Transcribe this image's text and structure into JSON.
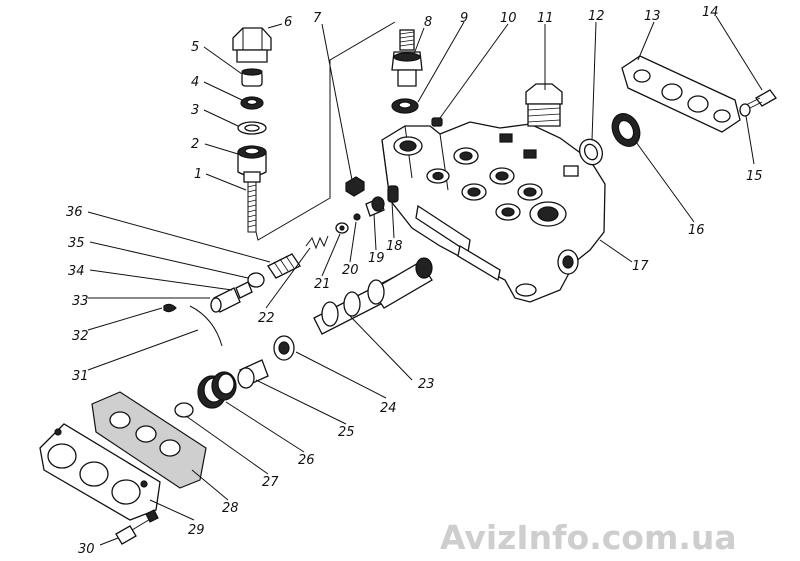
{
  "diagram": {
    "labels": {
      "1": "1",
      "2": "2",
      "3": "3",
      "4": "4",
      "5": "5",
      "6": "6",
      "7": "7",
      "8": "8",
      "9": "9",
      "10": "10",
      "11": "11",
      "12": "12",
      "13": "13",
      "14": "14",
      "15": "15",
      "16": "16",
      "17": "17",
      "18": "18",
      "19": "19",
      "20": "20",
      "21": "21",
      "22": "22",
      "23": "23",
      "24": "24",
      "25": "25",
      "26": "26",
      "27": "27",
      "28": "28",
      "29": "29",
      "30": "30",
      "31": "31",
      "32": "32",
      "33": "33",
      "34": "34",
      "35": "35",
      "36": "36"
    }
  },
  "watermark": {
    "text": "AvizInfo.com.ua"
  }
}
